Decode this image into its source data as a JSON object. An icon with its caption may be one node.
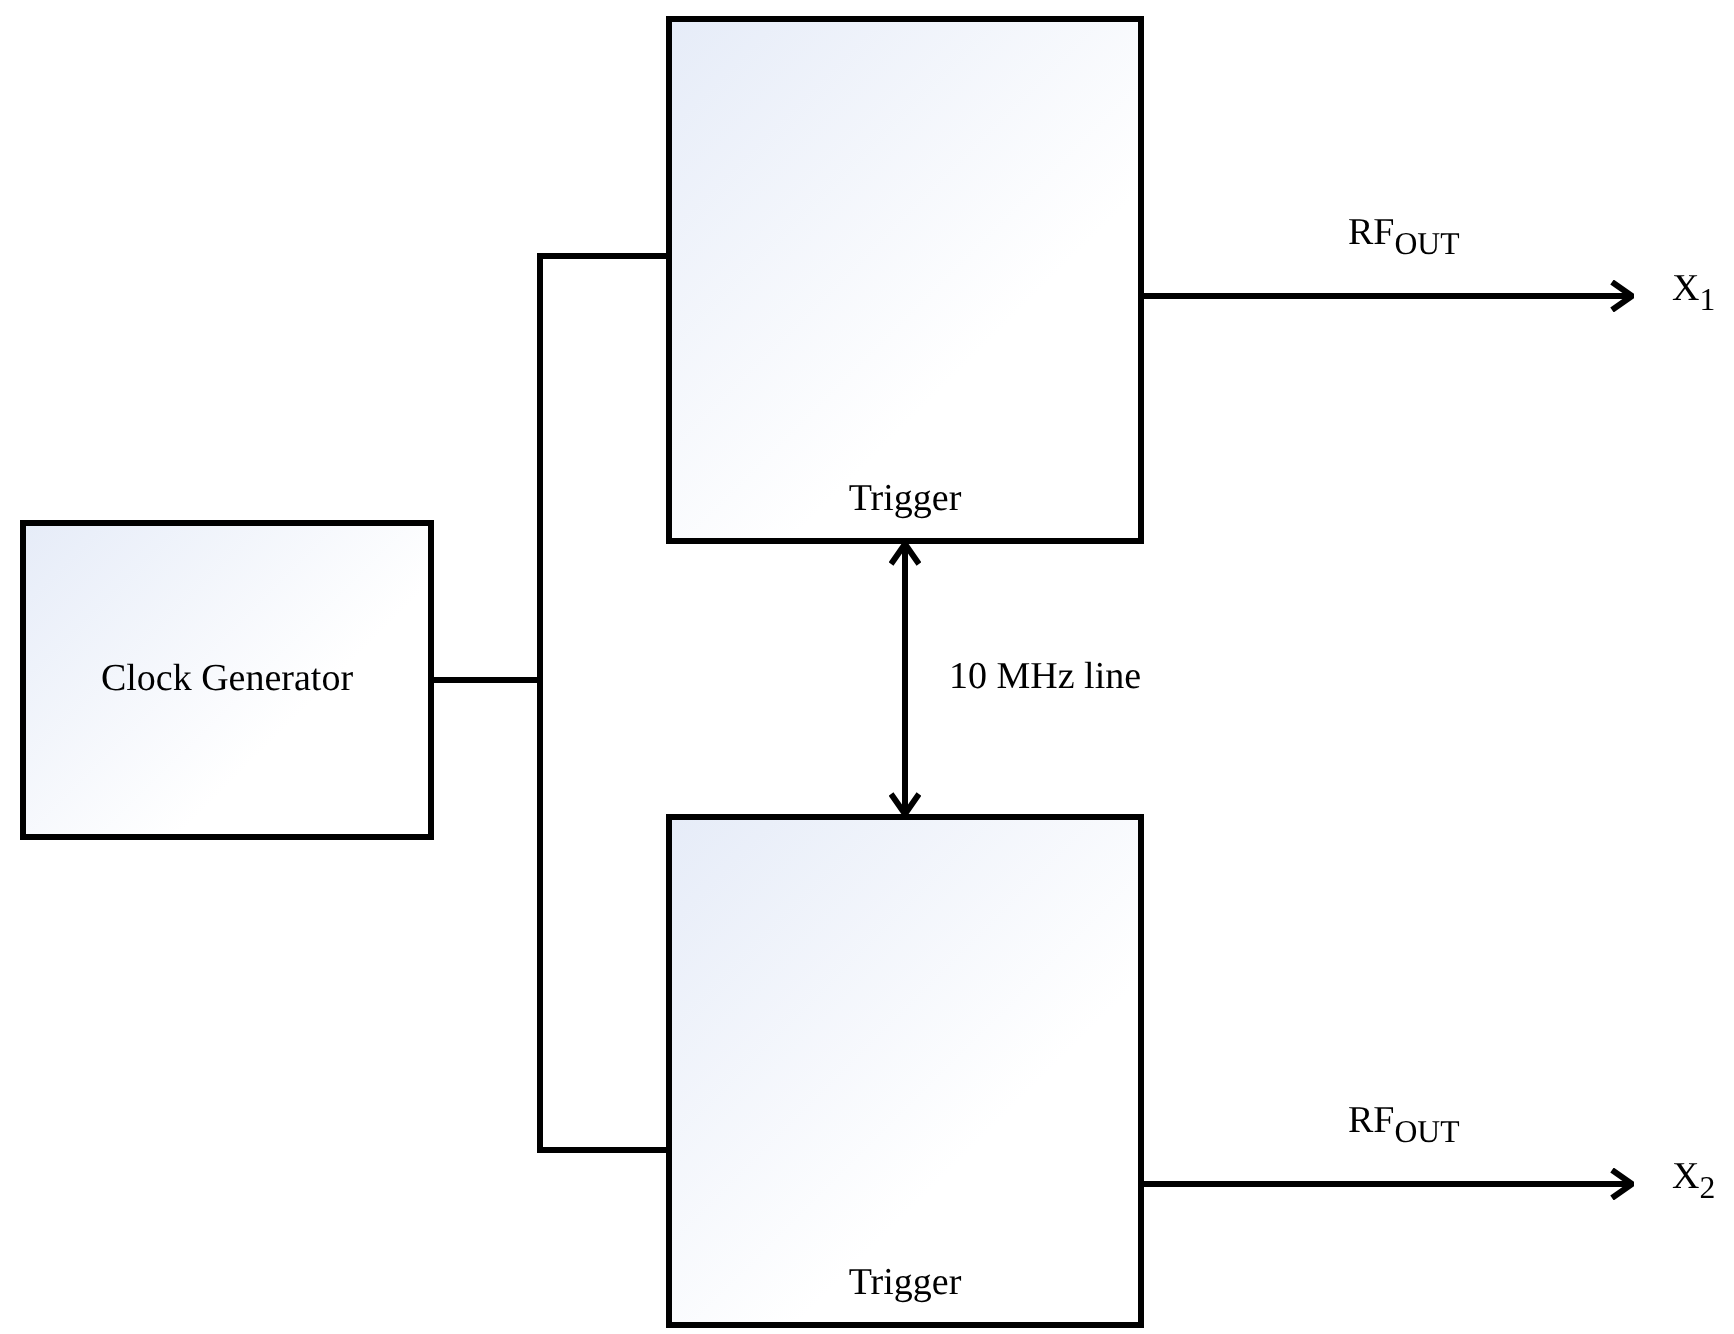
{
  "diagram": {
    "nodes": [
      {
        "text": [
          "Clock Generator"
        ]
      },
      {
        "text": [
          "Trigger"
        ]
      },
      {
        "text": [
          "Trigger"
        ]
      },
      {
        "text": [
          "X$_{1}$"
        ]
      },
      {
        "text": [
          "X$_{2}$"
        ]
      }
    ],
    "edges": [
      {
        "from": 0,
        "to": 1,
        "arrow": "none"
      },
      {
        "from": 0,
        "to": 2,
        "arrow": "none"
      },
      {
        "from": 1,
        "to": 2,
        "arrow": "both",
        "label": "10 MHz line"
      },
      {
        "from": 1,
        "to": 3,
        "arrow": "to",
        "label": "RF$_{OUT}$"
      },
      {
        "from": 2,
        "to": 4,
        "arrow": "to",
        "label": "RF$_{OUT}$"
      }
    ]
  }
}
